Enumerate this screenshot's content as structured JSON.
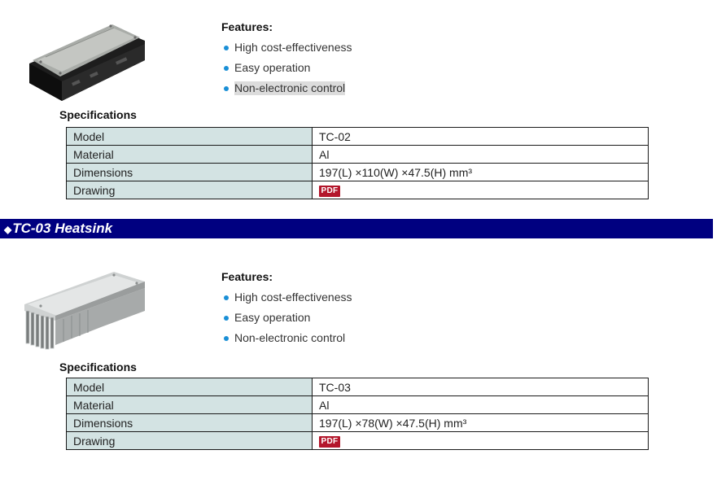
{
  "products": [
    {
      "image_icon": "tc-02-controller-image",
      "features_title": "Features:",
      "features": [
        "High cost-effectiveness",
        "Easy operation",
        "Non-electronic control"
      ],
      "spec_title": "Specifications",
      "specs": [
        {
          "label": "Model",
          "value": "TC-02"
        },
        {
          "label": "Material",
          "value": "Al"
        },
        {
          "label": "Dimensions",
          "value": "197(L) ×110(W) ×47.5(H) mm³"
        },
        {
          "label": "Drawing",
          "value": "PDF"
        }
      ]
    },
    {
      "image_icon": "tc-03-heatsink-image",
      "features_title": "Features:",
      "features": [
        "High cost-effectiveness",
        "Easy operation",
        "Non-electronic control"
      ],
      "spec_title": "Specifications",
      "specs": [
        {
          "label": "Model",
          "value": "TC-03"
        },
        {
          "label": "Material",
          "value": "Al"
        },
        {
          "label": "Dimensions",
          "value": "197(L) ×78(W) ×47.5(H) mm³"
        },
        {
          "label": "Drawing",
          "value": "PDF"
        }
      ]
    }
  ],
  "section_header": {
    "diamond": "◆",
    "title": "TC-03 Heatsink"
  },
  "colors": {
    "section_bg": "#000080",
    "key_cell_bg": "#d3e3e3",
    "bullet": "#1a8fd6",
    "pdf_badge": "#b3162b"
  }
}
